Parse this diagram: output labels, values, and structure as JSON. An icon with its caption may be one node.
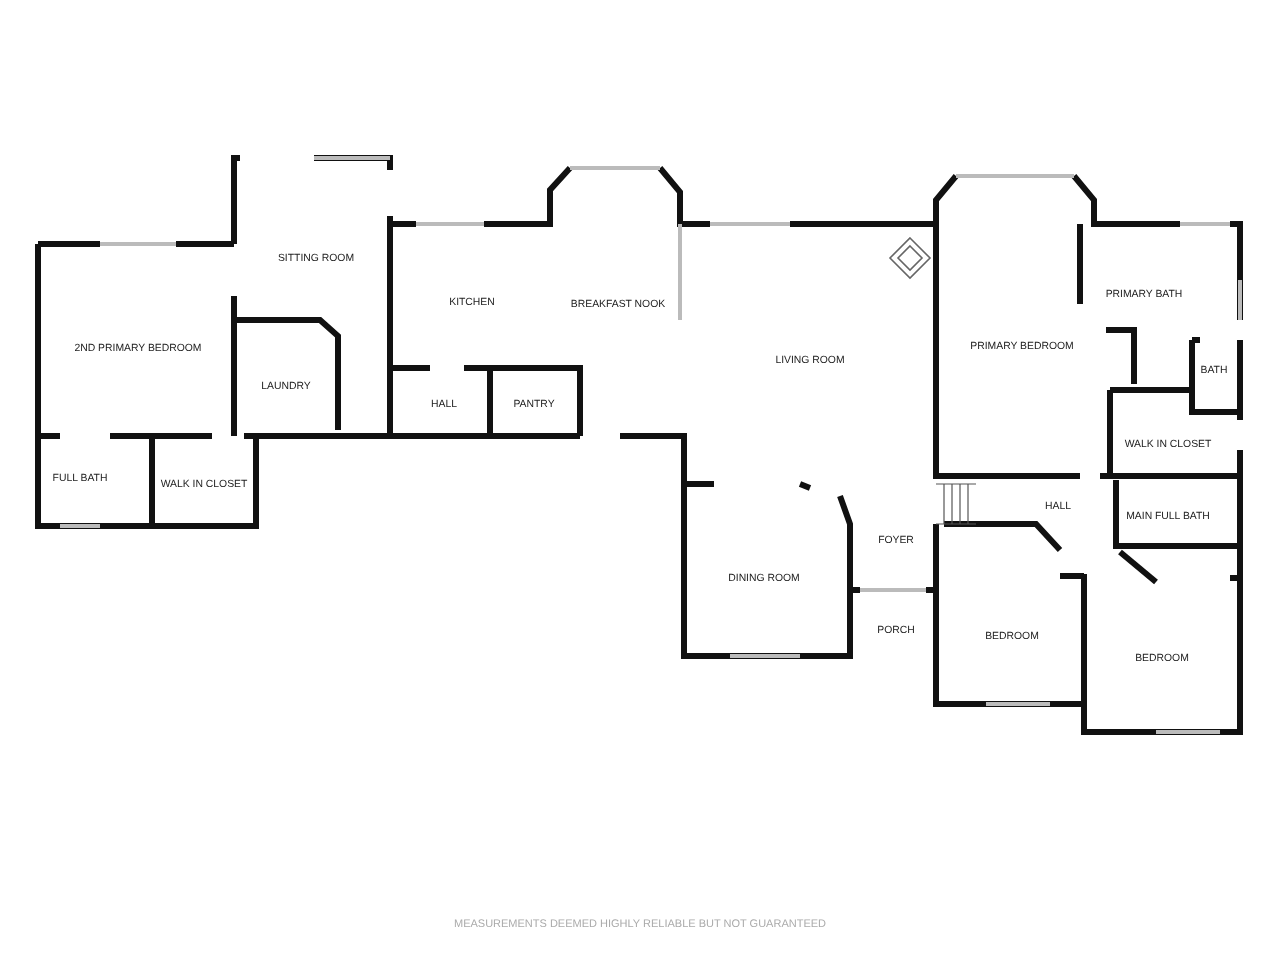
{
  "diagram": {
    "labels": [
      "SITTING ROOM",
      "KITCHEN",
      "BREAKFAST NOOK",
      "2ND PRIMARY BEDROOM",
      "LIVING ROOM",
      "PRIMARY BEDROOM",
      "PRIMARY BATH",
      "LAUNDRY",
      "BATH",
      "HALL",
      "PANTRY",
      "WALK IN CLOSET",
      "FULL BATH",
      "WALK IN CLOSET",
      "HALL",
      "MAIN FULL BATH",
      "FOYER",
      "DINING ROOM",
      "PORCH",
      "BEDROOM",
      "BEDROOM",
      "MEASUREMENTS DEEMED HIGHLY RELIABLE BUT NOT GUARANTEED"
    ]
  }
}
